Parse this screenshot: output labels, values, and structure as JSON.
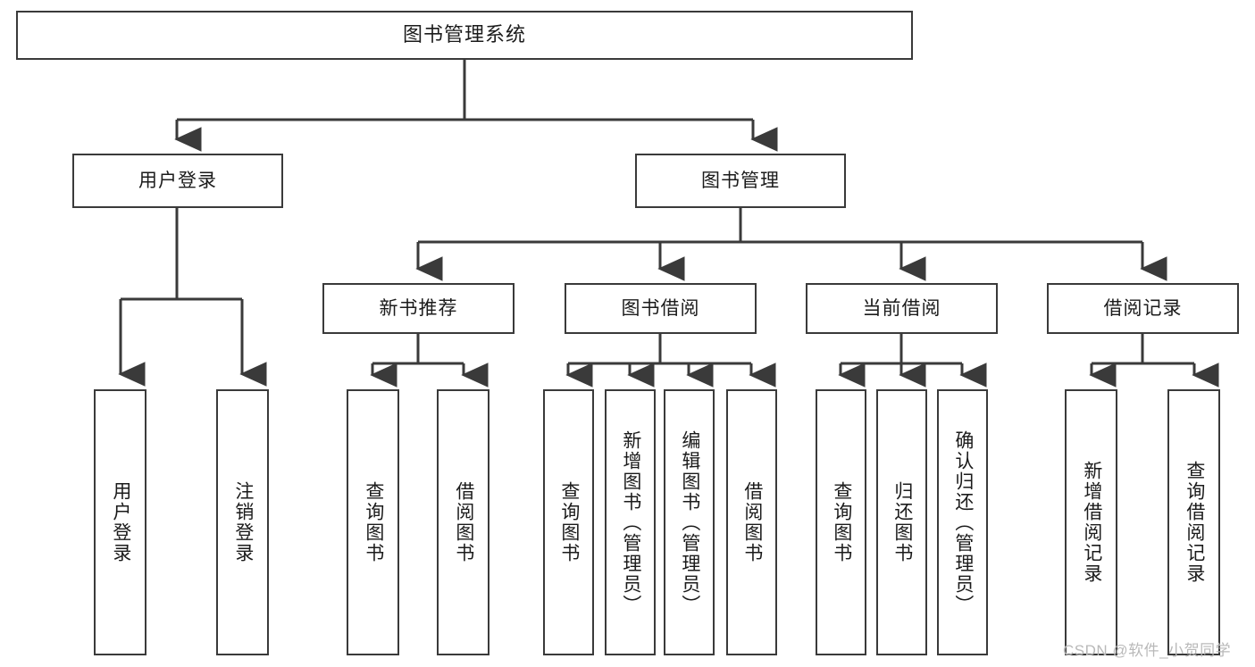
{
  "diagram": {
    "type": "tree-hierarchy",
    "title": "图书管理系统",
    "root": {
      "id": "root",
      "label": "图书管理系统",
      "orientation": "horizontal"
    },
    "level2": [
      {
        "id": "user-login",
        "label": "用户登录",
        "orientation": "horizontal"
      },
      {
        "id": "book-manage",
        "label": "图书管理",
        "orientation": "horizontal"
      }
    ],
    "level3": [
      {
        "id": "new-book-rec",
        "label": "新书推荐",
        "orientation": "horizontal",
        "parent": "book-manage"
      },
      {
        "id": "book-borrow",
        "label": "图书借阅",
        "orientation": "horizontal",
        "parent": "book-manage"
      },
      {
        "id": "current-borrow",
        "label": "当前借阅",
        "orientation": "horizontal",
        "parent": "book-manage"
      },
      {
        "id": "borrow-record",
        "label": "借阅记录",
        "orientation": "horizontal",
        "parent": "book-manage"
      }
    ],
    "leaves": [
      {
        "id": "leaf-user-login",
        "label": "用户登录",
        "parent": "user-login"
      },
      {
        "id": "leaf-logout",
        "label": "注销登录",
        "parent": "user-login"
      },
      {
        "id": "leaf-query-book-rec",
        "label": "查询图书",
        "parent": "new-book-rec"
      },
      {
        "id": "leaf-borrow-book-rec",
        "label": "借阅图书",
        "parent": "new-book-rec"
      },
      {
        "id": "leaf-query-book-borrow",
        "label": "查询图书",
        "parent": "book-borrow"
      },
      {
        "id": "leaf-add-book-admin",
        "label": "新增图书（管理员）",
        "parent": "book-borrow"
      },
      {
        "id": "leaf-edit-book-admin",
        "label": "编辑图书（管理员）",
        "parent": "book-borrow"
      },
      {
        "id": "leaf-borrow-book",
        "label": "借阅图书",
        "parent": "book-borrow"
      },
      {
        "id": "leaf-query-book-current",
        "label": "查询图书",
        "parent": "current-borrow"
      },
      {
        "id": "leaf-return-book",
        "label": "归还图书",
        "parent": "current-borrow"
      },
      {
        "id": "leaf-confirm-return-admin",
        "label": "确认归还（管理员）",
        "parent": "current-borrow"
      },
      {
        "id": "leaf-add-borrow-record",
        "label": "新增借阅记录",
        "parent": "borrow-record"
      },
      {
        "id": "leaf-query-borrow-record",
        "label": "查询借阅记录",
        "parent": "borrow-record"
      }
    ],
    "colors": {
      "border": "#3a3a3a",
      "text": "#1b1b1b",
      "background": "#ffffff",
      "connector": "#3a3a3a",
      "watermark": "#b9b9b9"
    }
  },
  "watermark": {
    "text": "CSDN @软件_小贺同学"
  }
}
